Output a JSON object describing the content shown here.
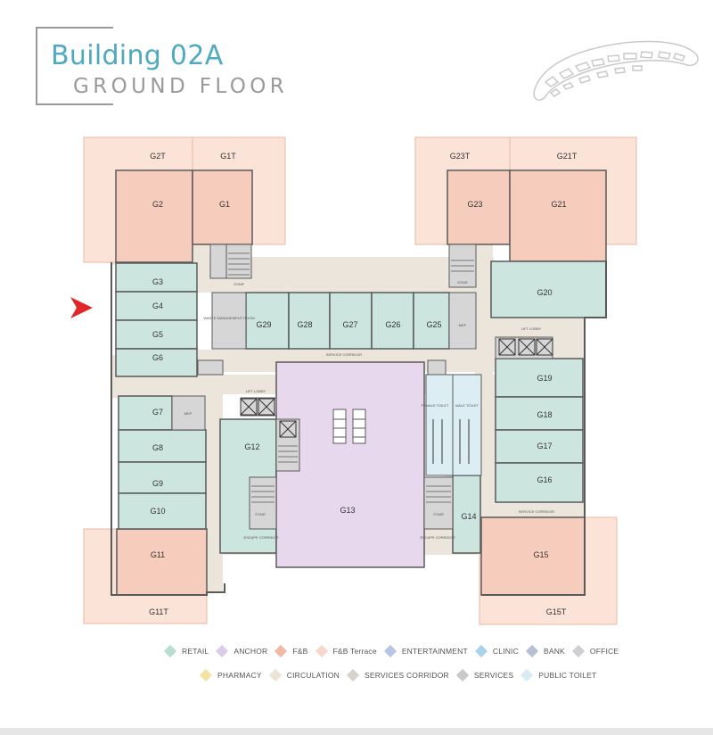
{
  "title": {
    "building": "Building 02A",
    "floor": "GROUND FLOOR"
  },
  "colors": {
    "retail": "#cde5df",
    "anchor": "#e8d8ee",
    "fb": "#f6cdbd",
    "fb_terrace": "#fbe3d8",
    "corridor": "#ece5dc",
    "services": "#d6d6d6",
    "toilet": "#dcedf4",
    "outline": "#5a5a5a",
    "marker": "#e0282c"
  },
  "units": {
    "G1": "G1",
    "G2": "G2",
    "G1T": "G1T",
    "G2T": "G2T",
    "G3": "G3",
    "G4": "G4",
    "G5": "G5",
    "G6": "G6",
    "G7": "G7",
    "G8": "G8",
    "G9": "G9",
    "G10": "G10",
    "G11": "G11",
    "G11T": "G11T",
    "G12": "G12",
    "G13": "G13",
    "G14": "G14",
    "G15": "G15",
    "G15T": "G15T",
    "G16": "G16",
    "G17": "G17",
    "G18": "G18",
    "G19": "G19",
    "G20": "G20",
    "G21": "G21",
    "G21T": "G21T",
    "G23": "G23",
    "G23T": "G23T",
    "G25": "G25",
    "G26": "G26",
    "G27": "G27",
    "G28": "G28",
    "G29": "G29"
  },
  "small_labels": {
    "stair": "STAIR",
    "service_corridor": "SERVICE CORRIDOR",
    "lift_lobby": "LIFT LOBBY",
    "female_toilet": "FEMALE TOILET",
    "male_toilet": "MALE TOILET",
    "escape_corridor": "ESCAPE CORRIDOR",
    "waste_room": "WASTE MANAGEMENT ROOM",
    "mep": "MEP"
  },
  "legend": [
    {
      "label": "RETAIL",
      "color": "#b9dcd3"
    },
    {
      "label": "ANCHOR",
      "color": "#dccbe6"
    },
    {
      "label": "F&B",
      "color": "#f2b9a4"
    },
    {
      "label": "F&B Terrace",
      "color": "#f7d8ca"
    },
    {
      "label": "ENTERTAINMENT",
      "color": "#b9c6e3"
    },
    {
      "label": "CLINIC",
      "color": "#a8d3ea"
    },
    {
      "label": "BANK",
      "color": "#b7bfd3"
    },
    {
      "label": "OFFICE",
      "color": "#cfcfd3"
    },
    {
      "label": "PHARMACY",
      "color": "#f3e3a2"
    },
    {
      "label": "CIRCULATION",
      "color": "#ece2d7"
    },
    {
      "label": "SERVICES CORRIDOR",
      "color": "#d8d2cc"
    },
    {
      "label": "SERVICES",
      "color": "#c9c9c9"
    },
    {
      "label": "PUBLIC TOILET",
      "color": "#d8ebf5"
    }
  ]
}
